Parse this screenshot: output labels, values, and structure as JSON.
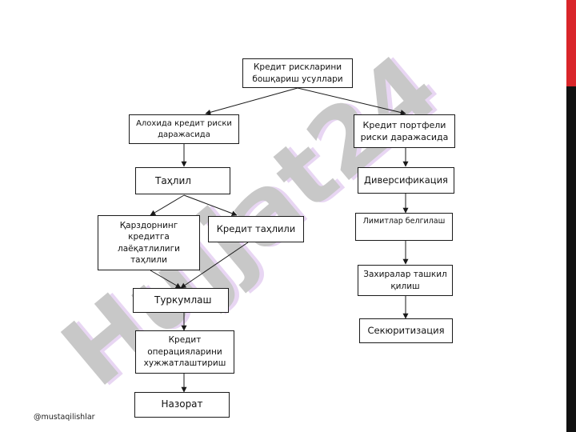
{
  "watermark": {
    "text": "Hujjat24",
    "color": "#c8c8c8",
    "accent": "#e8d6f3"
  },
  "colors": {
    "edge_red": "#d9262a",
    "edge_black": "#111111",
    "stroke": "#1a1a1a"
  },
  "nodes": {
    "root": "Кредит рискларини\nбошқариш усуллари",
    "individual_level": "Алохида кредит риски\nдаражасида",
    "portfolio_level": "Кредит портфели\nриски даражасида",
    "analysis": "Таҳлил",
    "borrower_creditworthiness": "Қарздорнинг\nкредитга\nлаёқатлилиги\nтаҳлили",
    "credit_analysis": "Кредит таҳлили",
    "grouping": "Туркумлаш",
    "credit_documentation": "Кредит\nоперацияларини\nхужжатлаштириш",
    "monitoring": "Назорат",
    "diversification": "Диверсификация",
    "limits": "Лимитлар белгилаш",
    "reserves": "Захиралар ташкил\nқилиш",
    "securitization": "Секюритизация"
  },
  "credit": "@mustaqilishlar"
}
